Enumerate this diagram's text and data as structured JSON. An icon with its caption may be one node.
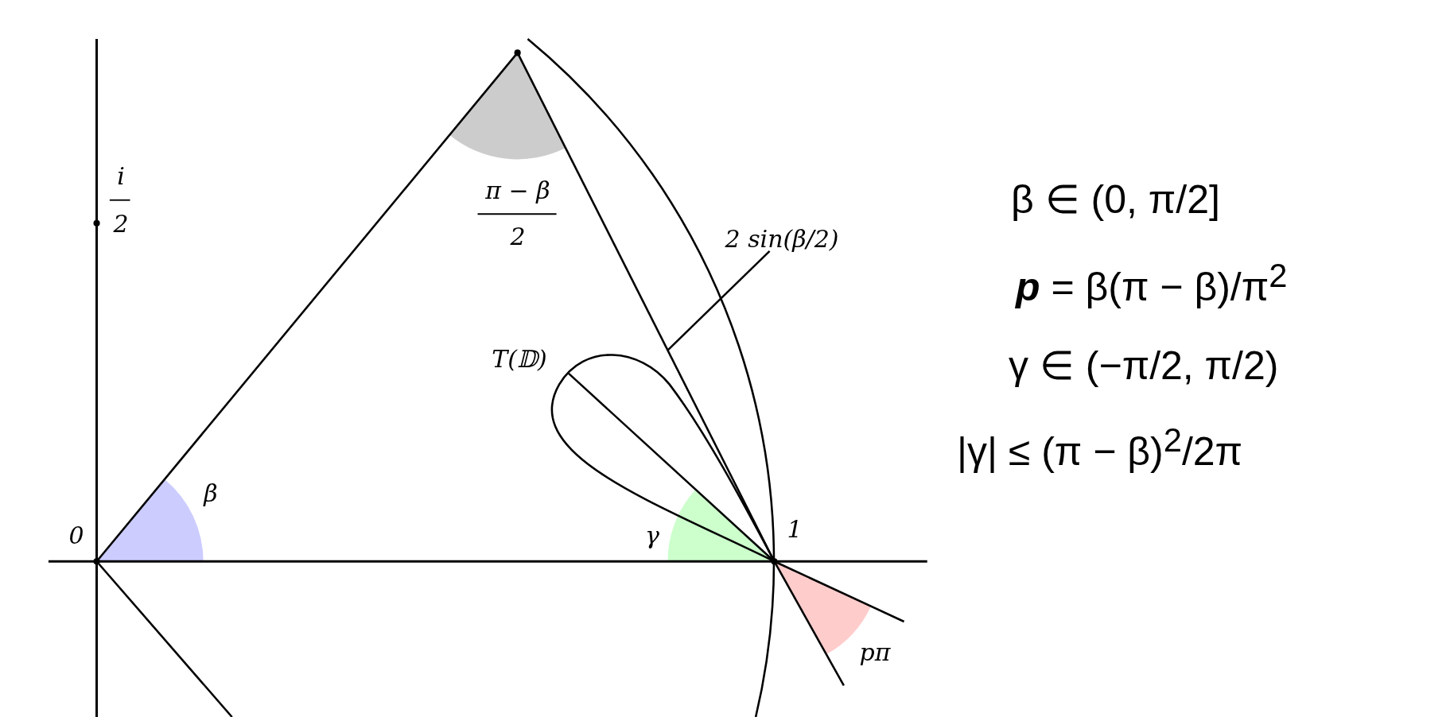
{
  "diagram": {
    "nodes": [
      {
        "text": [
          "2 sin(β/2)"
        ]
      },
      {
        "text": [],
        "shape": "line"
      }
    ],
    "edges": [
      {
        "from": 0,
        "to": 1,
        "arrow": "none"
      }
    ],
    "labels": [
      "i",
      "2",
      "π − β",
      "2",
      "β ∈ (0, π/2]",
      "**p** = β(π − β)/π$^{2}$",
      "T(𝔻)",
      "γ ∈ (−π/2, π/2)",
      "|γ| ≤ (π − β)$^{2}$/2π",
      "β",
      "0",
      "γ",
      "1",
      "pπ"
    ]
  }
}
